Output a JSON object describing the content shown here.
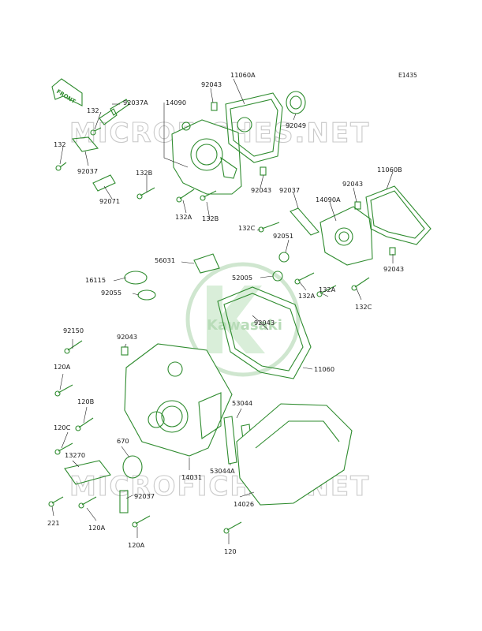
{
  "diagram": {
    "code": "E1435",
    "front_label": "FRONT",
    "watermark_top": "MICROFICHES.NET",
    "watermark_bottom": "MICROFICHES.NET",
    "logo_text": "Kawasaki",
    "colors": {
      "line": "#2e8b2e",
      "label": "#1a1a1a",
      "watermark": "#c9c9c9"
    },
    "labels": [
      {
        "id": "l-92037A",
        "text": "92037A"
      },
      {
        "id": "l-14090",
        "text": "14090"
      },
      {
        "id": "l-92043-a",
        "text": "92043"
      },
      {
        "id": "l-11060A",
        "text": "11060A"
      },
      {
        "id": "l-132-a",
        "text": "132"
      },
      {
        "id": "l-92049",
        "text": "92049"
      },
      {
        "id": "l-132-b",
        "text": "132"
      },
      {
        "id": "l-92037-a",
        "text": "92037"
      },
      {
        "id": "l-132B-a",
        "text": "132B"
      },
      {
        "id": "l-92071",
        "text": "92071"
      },
      {
        "id": "l-92043-b",
        "text": "92043"
      },
      {
        "id": "l-132A-a",
        "text": "132A"
      },
      {
        "id": "l-132B-b",
        "text": "132B"
      },
      {
        "id": "l-11060B",
        "text": "11060B"
      },
      {
        "id": "l-92037-b",
        "text": "92037"
      },
      {
        "id": "l-92043-c",
        "text": "92043"
      },
      {
        "id": "l-14090A",
        "text": "14090A"
      },
      {
        "id": "l-132C-a",
        "text": "132C"
      },
      {
        "id": "l-92051",
        "text": "92051"
      },
      {
        "id": "l-56031",
        "text": "56031"
      },
      {
        "id": "l-92043-d",
        "text": "92043"
      },
      {
        "id": "l-52005",
        "text": "52005"
      },
      {
        "id": "l-16115",
        "text": "16115"
      },
      {
        "id": "l-92055",
        "text": "92055"
      },
      {
        "id": "l-132A-b",
        "text": "132A"
      },
      {
        "id": "l-132A-c",
        "text": "132A"
      },
      {
        "id": "l-132C-b",
        "text": "132C"
      },
      {
        "id": "l-92043-e",
        "text": "92043"
      },
      {
        "id": "l-92150",
        "text": "92150"
      },
      {
        "id": "l-92043-f",
        "text": "92043"
      },
      {
        "id": "l-11060",
        "text": "11060"
      },
      {
        "id": "l-120A-a",
        "text": "120A"
      },
      {
        "id": "l-120B",
        "text": "120B"
      },
      {
        "id": "l-53044",
        "text": "53044"
      },
      {
        "id": "l-120C",
        "text": "120C"
      },
      {
        "id": "l-670",
        "text": "670"
      },
      {
        "id": "l-13270",
        "text": "13270"
      },
      {
        "id": "l-14031",
        "text": "14031"
      },
      {
        "id": "l-53044A",
        "text": "53044A"
      },
      {
        "id": "l-92037-c",
        "text": "92037"
      },
      {
        "id": "l-14026",
        "text": "14026"
      },
      {
        "id": "l-221",
        "text": "221"
      },
      {
        "id": "l-120A-b",
        "text": "120A"
      },
      {
        "id": "l-120A-c",
        "text": "120A"
      },
      {
        "id": "l-120",
        "text": "120"
      }
    ]
  }
}
